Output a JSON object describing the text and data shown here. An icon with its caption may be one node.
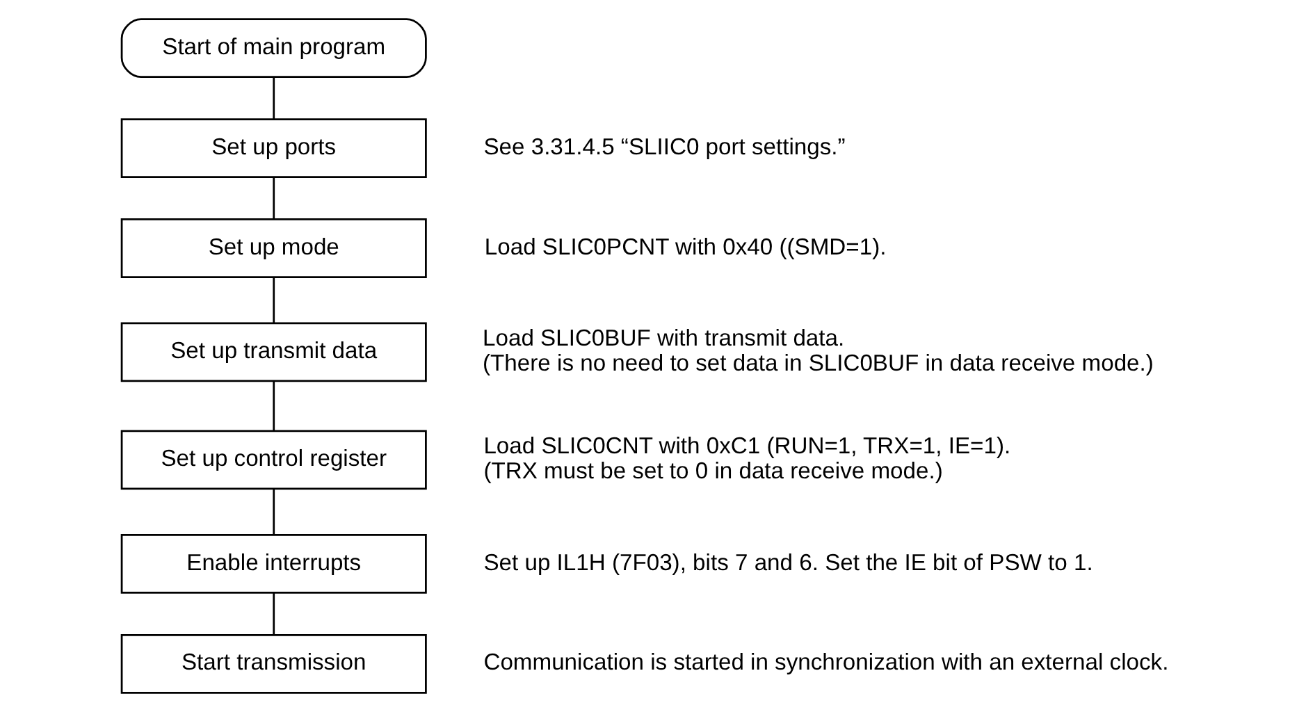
{
  "diagram": {
    "nodes": [
      {
        "text": [
          "Start of main program"
        ]
      },
      {
        "text": [
          "Set up ports"
        ],
        "beside": [
          "See 3.31.4.5 “SLIIC0 port settings.”"
        ]
      },
      {
        "text": [
          "Set up mode"
        ],
        "beside": [
          "Load SLIC0PCNT with 0x40 ((SMD=1)."
        ]
      },
      {
        "text": [
          "Set up transmit data"
        ],
        "beside": [
          "Load SLIC0BUF with transmit data.",
          "(There is no need to set data in SLIC0BUF in data receive mode.)"
        ]
      },
      {
        "text": [
          "Set up control register"
        ],
        "beside": [
          "Load SLIC0CNT with 0xC1 (RUN=1, TRX=1, IE=1).",
          "(TRX must be set to 0 in data receive mode.)"
        ]
      },
      {
        "text": [
          "Enable interrupts"
        ],
        "beside": [
          "Set up IL1H (7F03), bits 7 and 6. Set the IE bit of PSW to 1."
        ]
      },
      {
        "text": [
          "Start transmission"
        ],
        "beside": [
          "Communication is started in synchronization with an external clock."
        ]
      }
    ],
    "edges": [
      {
        "from": 0,
        "to": 1,
        "arrow": "none"
      },
      {
        "from": 1,
        "to": 2,
        "arrow": "none"
      },
      {
        "from": 2,
        "to": 3,
        "arrow": "none"
      },
      {
        "from": 3,
        "to": 4,
        "arrow": "none"
      },
      {
        "from": 4,
        "to": 5,
        "arrow": "none"
      },
      {
        "from": 5,
        "to": 6,
        "arrow": "none"
      }
    ]
  }
}
